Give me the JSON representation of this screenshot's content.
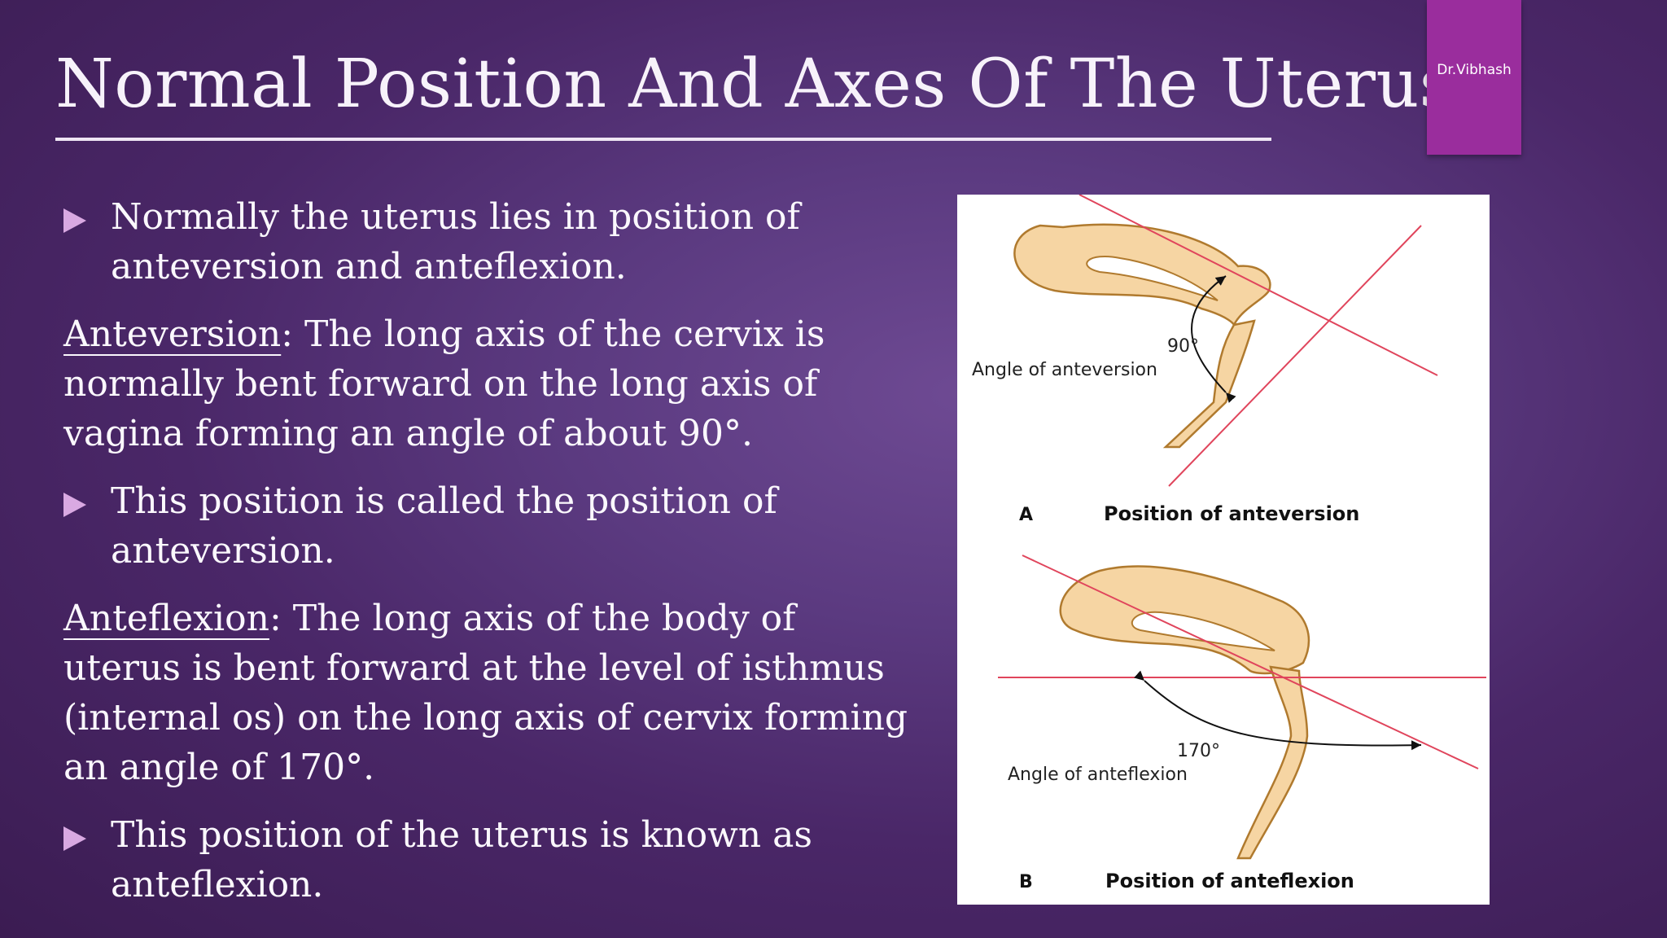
{
  "slide": {
    "title": "Normal Position And Axes Of The Uterus",
    "author": "Dr.Vibhash"
  },
  "content": {
    "bullet1": "Normally the uterus lies in position of anteversion and anteflexion.",
    "para1_term": "Anteversion",
    "para1_text": ": The long axis of the cervix is normally bent forward on the long axis of vagina forming an angle of about 90°.",
    "bullet2": "This position is called the position of anteversion.",
    "para2_term": "Anteflexion",
    "para2_text": ": The long axis of the body of uterus is bent forward at the level of isthmus (internal os) on the long axis of cervix forming an angle of 170°.",
    "bullet3": "This position of the uterus is known as anteflexion."
  },
  "figure": {
    "panel_a": {
      "angle_value": "90°",
      "angle_label": "Angle of anteversion",
      "letter": "A",
      "caption": "Position of anteversion"
    },
    "panel_b": {
      "angle_value": "170°",
      "angle_label": "Angle of anteflexion",
      "letter": "B",
      "caption": "Position of anteflexion"
    },
    "colors": {
      "organ_fill": "#f6d5a3",
      "organ_outline": "#b07a2e",
      "axis_line": "#e0455c"
    }
  }
}
